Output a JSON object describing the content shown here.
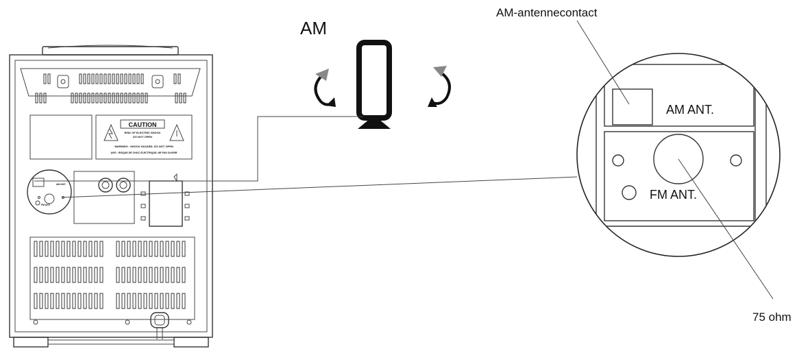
{
  "labels": {
    "am_title": "AM",
    "am_contact": "AM-antennecontact",
    "am_ant": "AM ANT.",
    "fm_ant": "FM ANT.",
    "ohm": "75 ohm"
  },
  "unit_panel": {
    "caution_title": "CAUTION",
    "caution_line1": "RISK OF ELECTRIC SHOCK",
    "caution_line2": "DO NOT OPEN",
    "warning_line1": "WARNING : SHOCK HAZARD, DO NOT OPEN",
    "warning_line2": "AVIS : RISQUE DE CHOC ÉLECTRIQUE, NE PAS OUVRIR",
    "am_ant_small": "AM ANT.",
    "fm_ant_small": "FM ANT."
  }
}
